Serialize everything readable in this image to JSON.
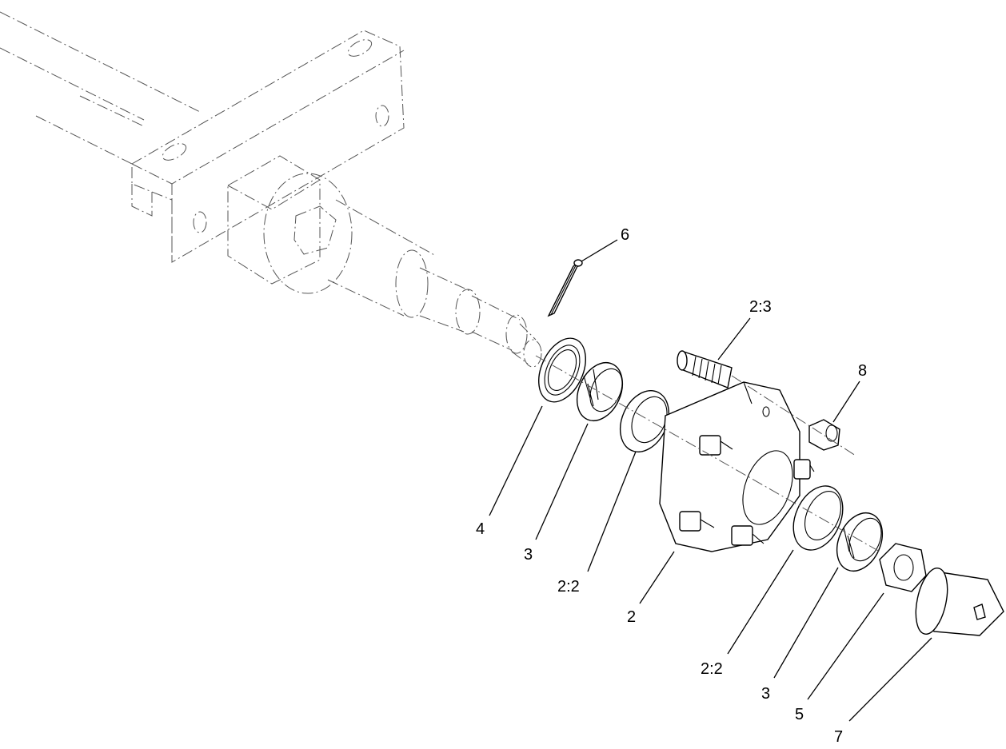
{
  "callouts": [
    {
      "id": "c6",
      "label": "6"
    },
    {
      "id": "c23",
      "label": "2:3"
    },
    {
      "id": "c8",
      "label": "8"
    },
    {
      "id": "c4",
      "label": "4"
    },
    {
      "id": "c3a",
      "label": "3"
    },
    {
      "id": "c22a",
      "label": "2:2"
    },
    {
      "id": "c2",
      "label": "2"
    },
    {
      "id": "c22b",
      "label": "2:2"
    },
    {
      "id": "c3b",
      "label": "3"
    },
    {
      "id": "c5",
      "label": "5"
    },
    {
      "id": "c7",
      "label": "7"
    }
  ]
}
